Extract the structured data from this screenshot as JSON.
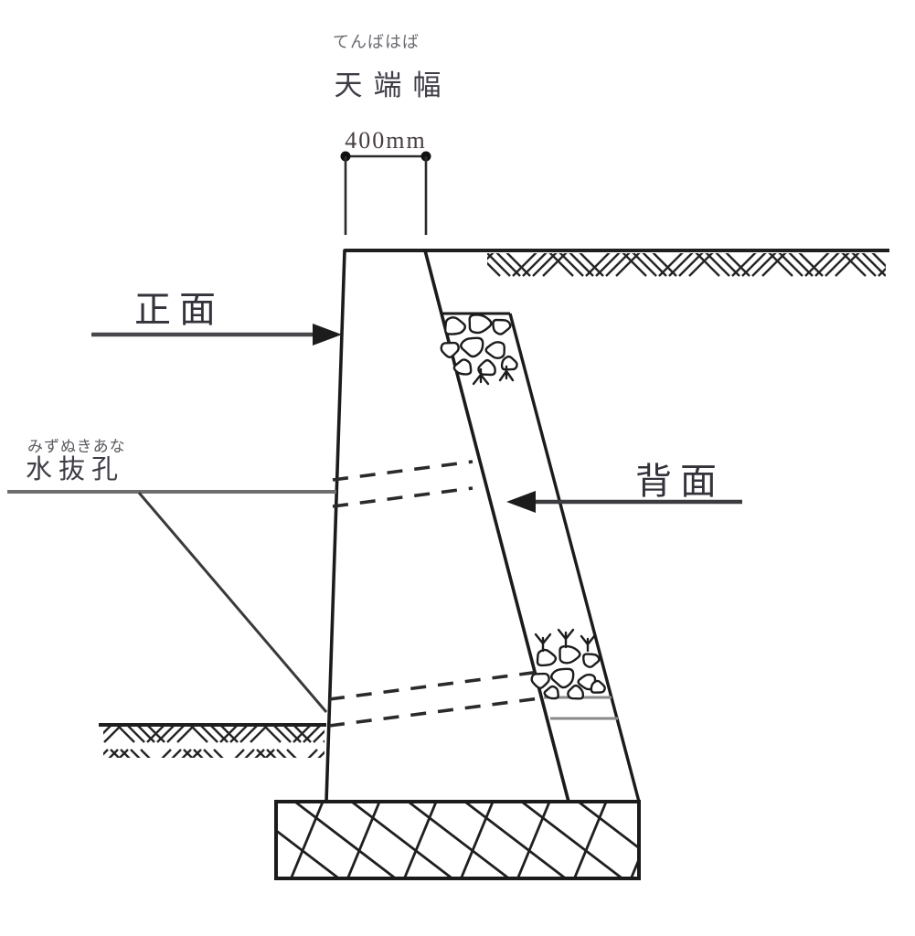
{
  "labels": {
    "crown": {
      "furigana": "てんばはば",
      "text": "天端幅"
    },
    "crown_width": {
      "value": "400mm"
    },
    "front_face": {
      "text": "正面"
    },
    "drain_hole": {
      "furigana": "みずぬきあな",
      "text": "水抜孔"
    },
    "back_face": {
      "text": "背面"
    }
  },
  "colors": {
    "background": "#ffffff",
    "line": "#1f1f1f",
    "text_dark": "#33333b",
    "text_gray": "#6a6a70",
    "leader_gray": "#6e6e6e",
    "inner_band_gray": "#8a8a8a"
  }
}
